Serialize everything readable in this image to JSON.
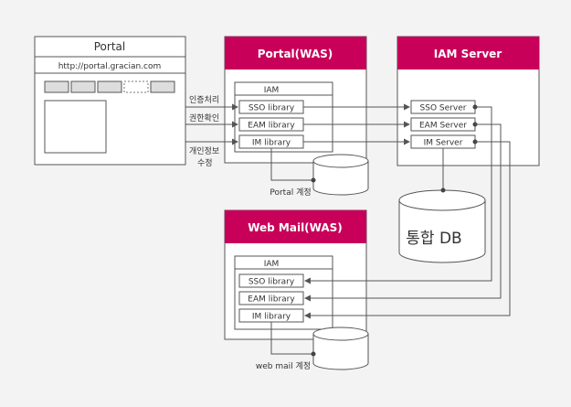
{
  "portal": {
    "title": "Portal",
    "url": "http://portal.gracian.com"
  },
  "portal_was": {
    "title": "Portal(WAS)",
    "iam_label": "IAM",
    "libs": [
      "SSO library",
      "EAM library",
      "IM library"
    ],
    "db_label": "Portal 계정"
  },
  "iam_server": {
    "title": "IAM Server",
    "modules": [
      "SSO Server",
      "EAM Server",
      "IM Server"
    ]
  },
  "webmail_was": {
    "title": "Web Mail(WAS)",
    "iam_label": "IAM",
    "libs": [
      "SSO library",
      "EAM library",
      "IM library"
    ],
    "db_label": "web mail 계정"
  },
  "integrated_db": {
    "label": "통합 DB"
  },
  "flows": {
    "auth": "인증처리",
    "authz": "권한확인",
    "profile_line1": "개인정보",
    "profile_line2": "수정"
  },
  "colors": {
    "accent": "#c8005a",
    "background": "#f3f3f3",
    "line": "#555555"
  }
}
